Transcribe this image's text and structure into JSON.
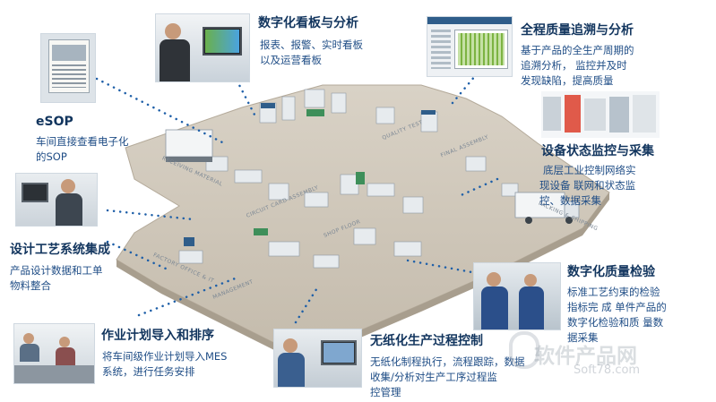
{
  "modules": {
    "kanban": {
      "title": "数字化看板与分析",
      "desc_lines": [
        "报表、报警、实时看板",
        "以及运营看板"
      ]
    },
    "trace": {
      "title": "全程质量追溯与分析",
      "desc_lines": [
        "基于产品的全生产周期的",
        "追溯分析， 监控并及时",
        "发现缺陷，提高质量"
      ]
    },
    "esop": {
      "title": "eSOP",
      "desc_lines": [
        "车间直接查看电子化",
        "的SOP"
      ]
    },
    "equipment": {
      "title": "设备状态监控与采集",
      "desc_lines": [
        "底层工业控制网络实",
        "现设备  联网和状态监",
        "控、数据采集"
      ]
    },
    "design": {
      "title": "设计工艺系统集成",
      "desc_lines": [
        "产品设计数据和工单",
        "物料整合"
      ]
    },
    "quality": {
      "title": "数字化质量检验",
      "desc_lines": [
        "标准工艺约束的检验",
        "指标完 成 单件产品的",
        "数字化检验和质 量数",
        "据采集"
      ]
    },
    "plan": {
      "title": "作业计划导入和排序",
      "desc_lines": [
        "将车间级作业计划导入MES",
        "系统，进行任务安排"
      ]
    },
    "paperless": {
      "title": "无纸化生产过程控制",
      "desc_lines": [
        "无纸化制程执行，流程跟踪，数据",
        "收集/分析对生产工序过程监",
        "控管理"
      ]
    }
  },
  "floor_labels": [
    "RECEIVING MATERIAL",
    "CIRCUIT CARD ASSEMBLY",
    "QUALITY TEST",
    "SHOP FLOOR",
    "FACTORY OFFICE & IT",
    "MANAGEMENT",
    "PACKING & SHIPPING",
    "FINAL ASSEMBLY"
  ],
  "watermark": {
    "main": "软件产品网",
    "sub": "Soft78.com"
  },
  "colors": {
    "title": "#12355e",
    "desc": "#1f4d86",
    "dots": "#1e5fa8",
    "floor": "#cfc6b8"
  }
}
